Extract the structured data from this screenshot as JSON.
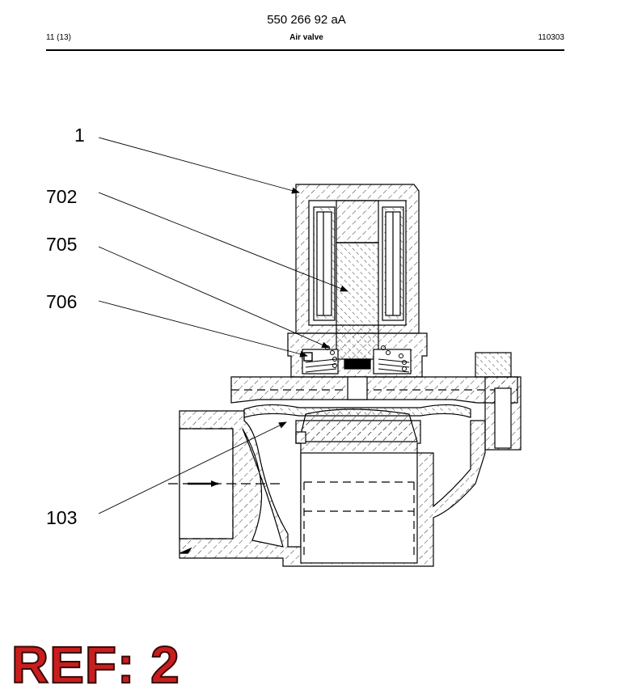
{
  "header": {
    "doc_number": "550 266 92 aA",
    "page": "11 (13)",
    "title": "Air valve",
    "date_code": "110303"
  },
  "callouts": {
    "c1": "1",
    "c702": "702",
    "c705": "705",
    "c706": "706",
    "c103": "103"
  },
  "stamp": {
    "text": "REF: 2",
    "color": "#c81e1e"
  }
}
